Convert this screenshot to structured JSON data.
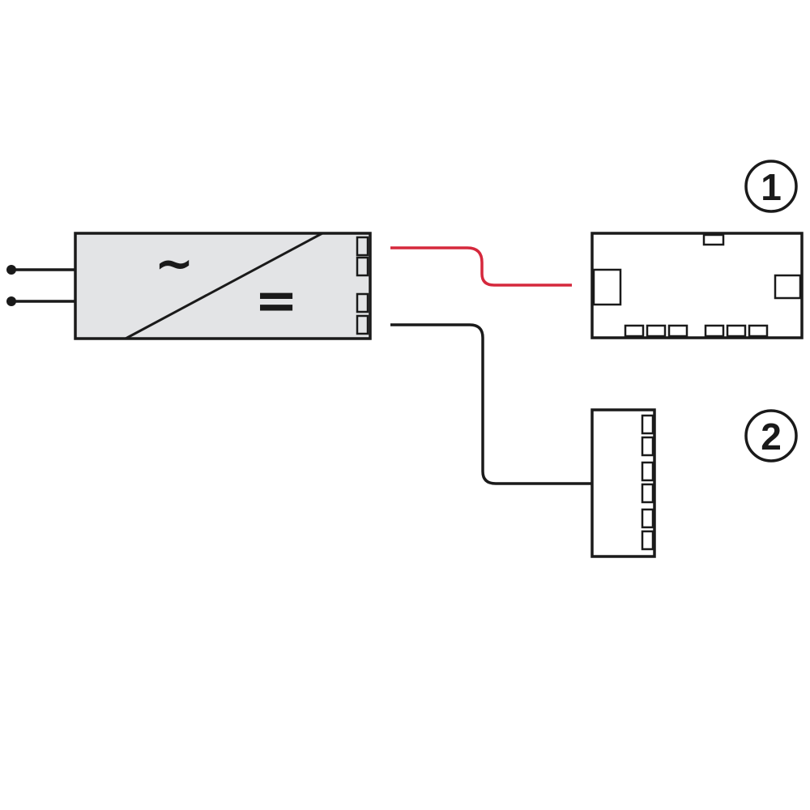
{
  "diagram": {
    "converter": {
      "ac_symbol": "~",
      "dc_symbol": "="
    },
    "callouts": [
      {
        "id": "1",
        "text": "1"
      },
      {
        "id": "2",
        "text": "2"
      }
    ],
    "colors": {
      "line": "#1a1a1a",
      "converter_fill": "#e3e4e6",
      "red_cable": "#d5283c",
      "black_cable": "#1a1a1a",
      "background": "#ffffff"
    }
  }
}
